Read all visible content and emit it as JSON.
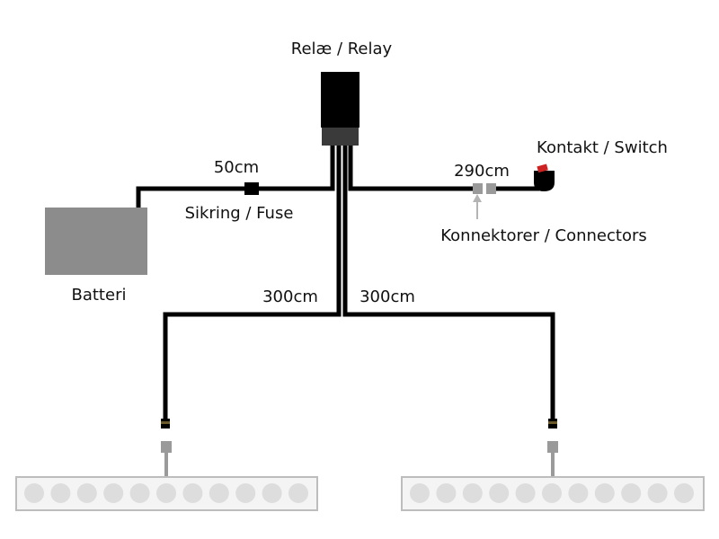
{
  "labels": {
    "relay": "Relæ / Relay",
    "switch": "Kontakt / Switch",
    "fuse": "Sikring / Fuse",
    "battery": "Batteri",
    "connectors": "Konnektorer / Connectors",
    "len_battery": "50cm",
    "len_switch": "290cm",
    "len_left_bar": "300cm",
    "len_right_bar": "300cm"
  },
  "colors": {
    "wire": "#000000",
    "battery": "#8c8c8c",
    "connector": "#9a9a9a",
    "connector_arrow": "#b4b4b4",
    "light_bar_fill": "#f4f4f4",
    "light_bar_border": "#bdbdbd",
    "led": "#dddddd",
    "relay_body": "#000000",
    "relay_base": "#3a3a3a",
    "switch_rocker": "#cc2222"
  },
  "light_bars": {
    "leds_per_bar": 11
  }
}
